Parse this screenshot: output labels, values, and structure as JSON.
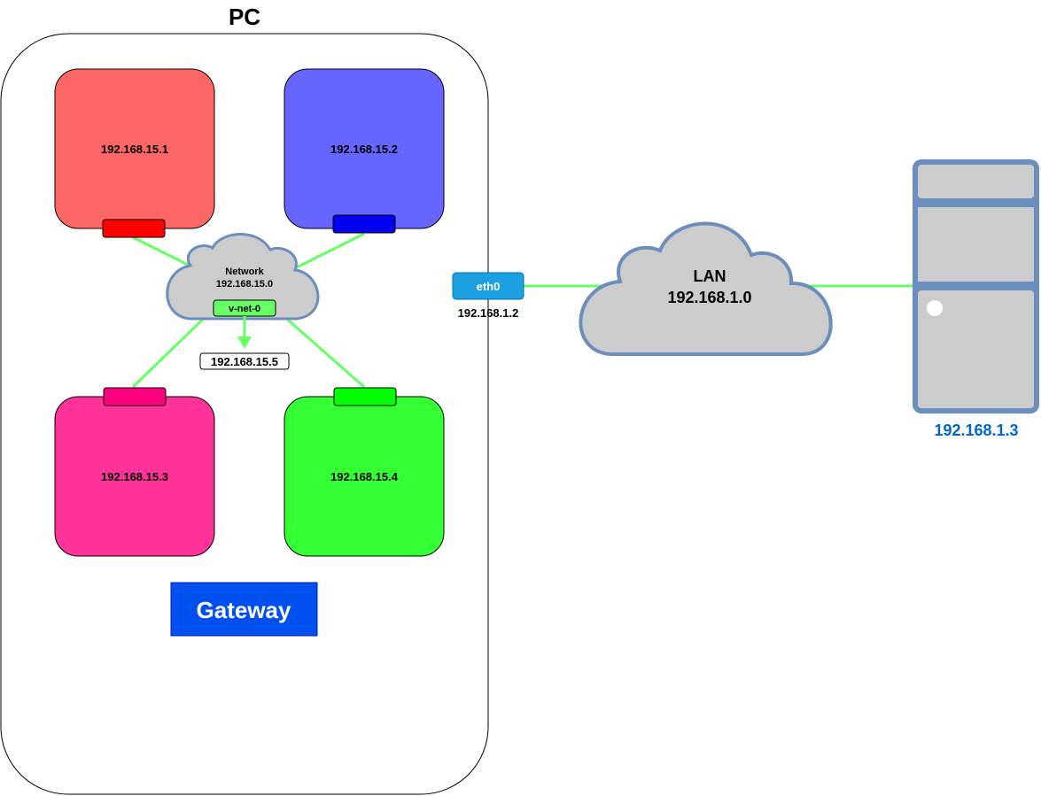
{
  "pc": {
    "title": "PC",
    "gateway_label": "Gateway",
    "containers": [
      {
        "ip": "192.168.15.1",
        "fill": "#FF6666",
        "port_fill": "#FF0000"
      },
      {
        "ip": "192.168.15.2",
        "fill": "#6666FF",
        "port_fill": "#0000EE"
      },
      {
        "ip": "192.168.15.3",
        "fill": "#FF3399",
        "port_fill": "#FF0080"
      },
      {
        "ip": "192.168.15.4",
        "fill": "#33FF33",
        "port_fill": "#00FF00"
      }
    ],
    "network": {
      "name": "Network",
      "subnet": "192.168.15.0",
      "bridge_label": "v-net-0",
      "bridge_ip": "192.168.15.5"
    },
    "nic": {
      "label": "eth0",
      "ip": "192.168.1.2"
    }
  },
  "lan": {
    "name": "LAN",
    "subnet": "192.168.1.0"
  },
  "server": {
    "ip": "192.168.1.3"
  },
  "colors": {
    "link": "#66FF66",
    "cloud_fill": "#CCCCCC",
    "cloud_stroke": "#6C8EBF",
    "gateway_fill": "#0050EF",
    "nic_fill": "#1BA1E2",
    "server_label": "#0066CC"
  }
}
